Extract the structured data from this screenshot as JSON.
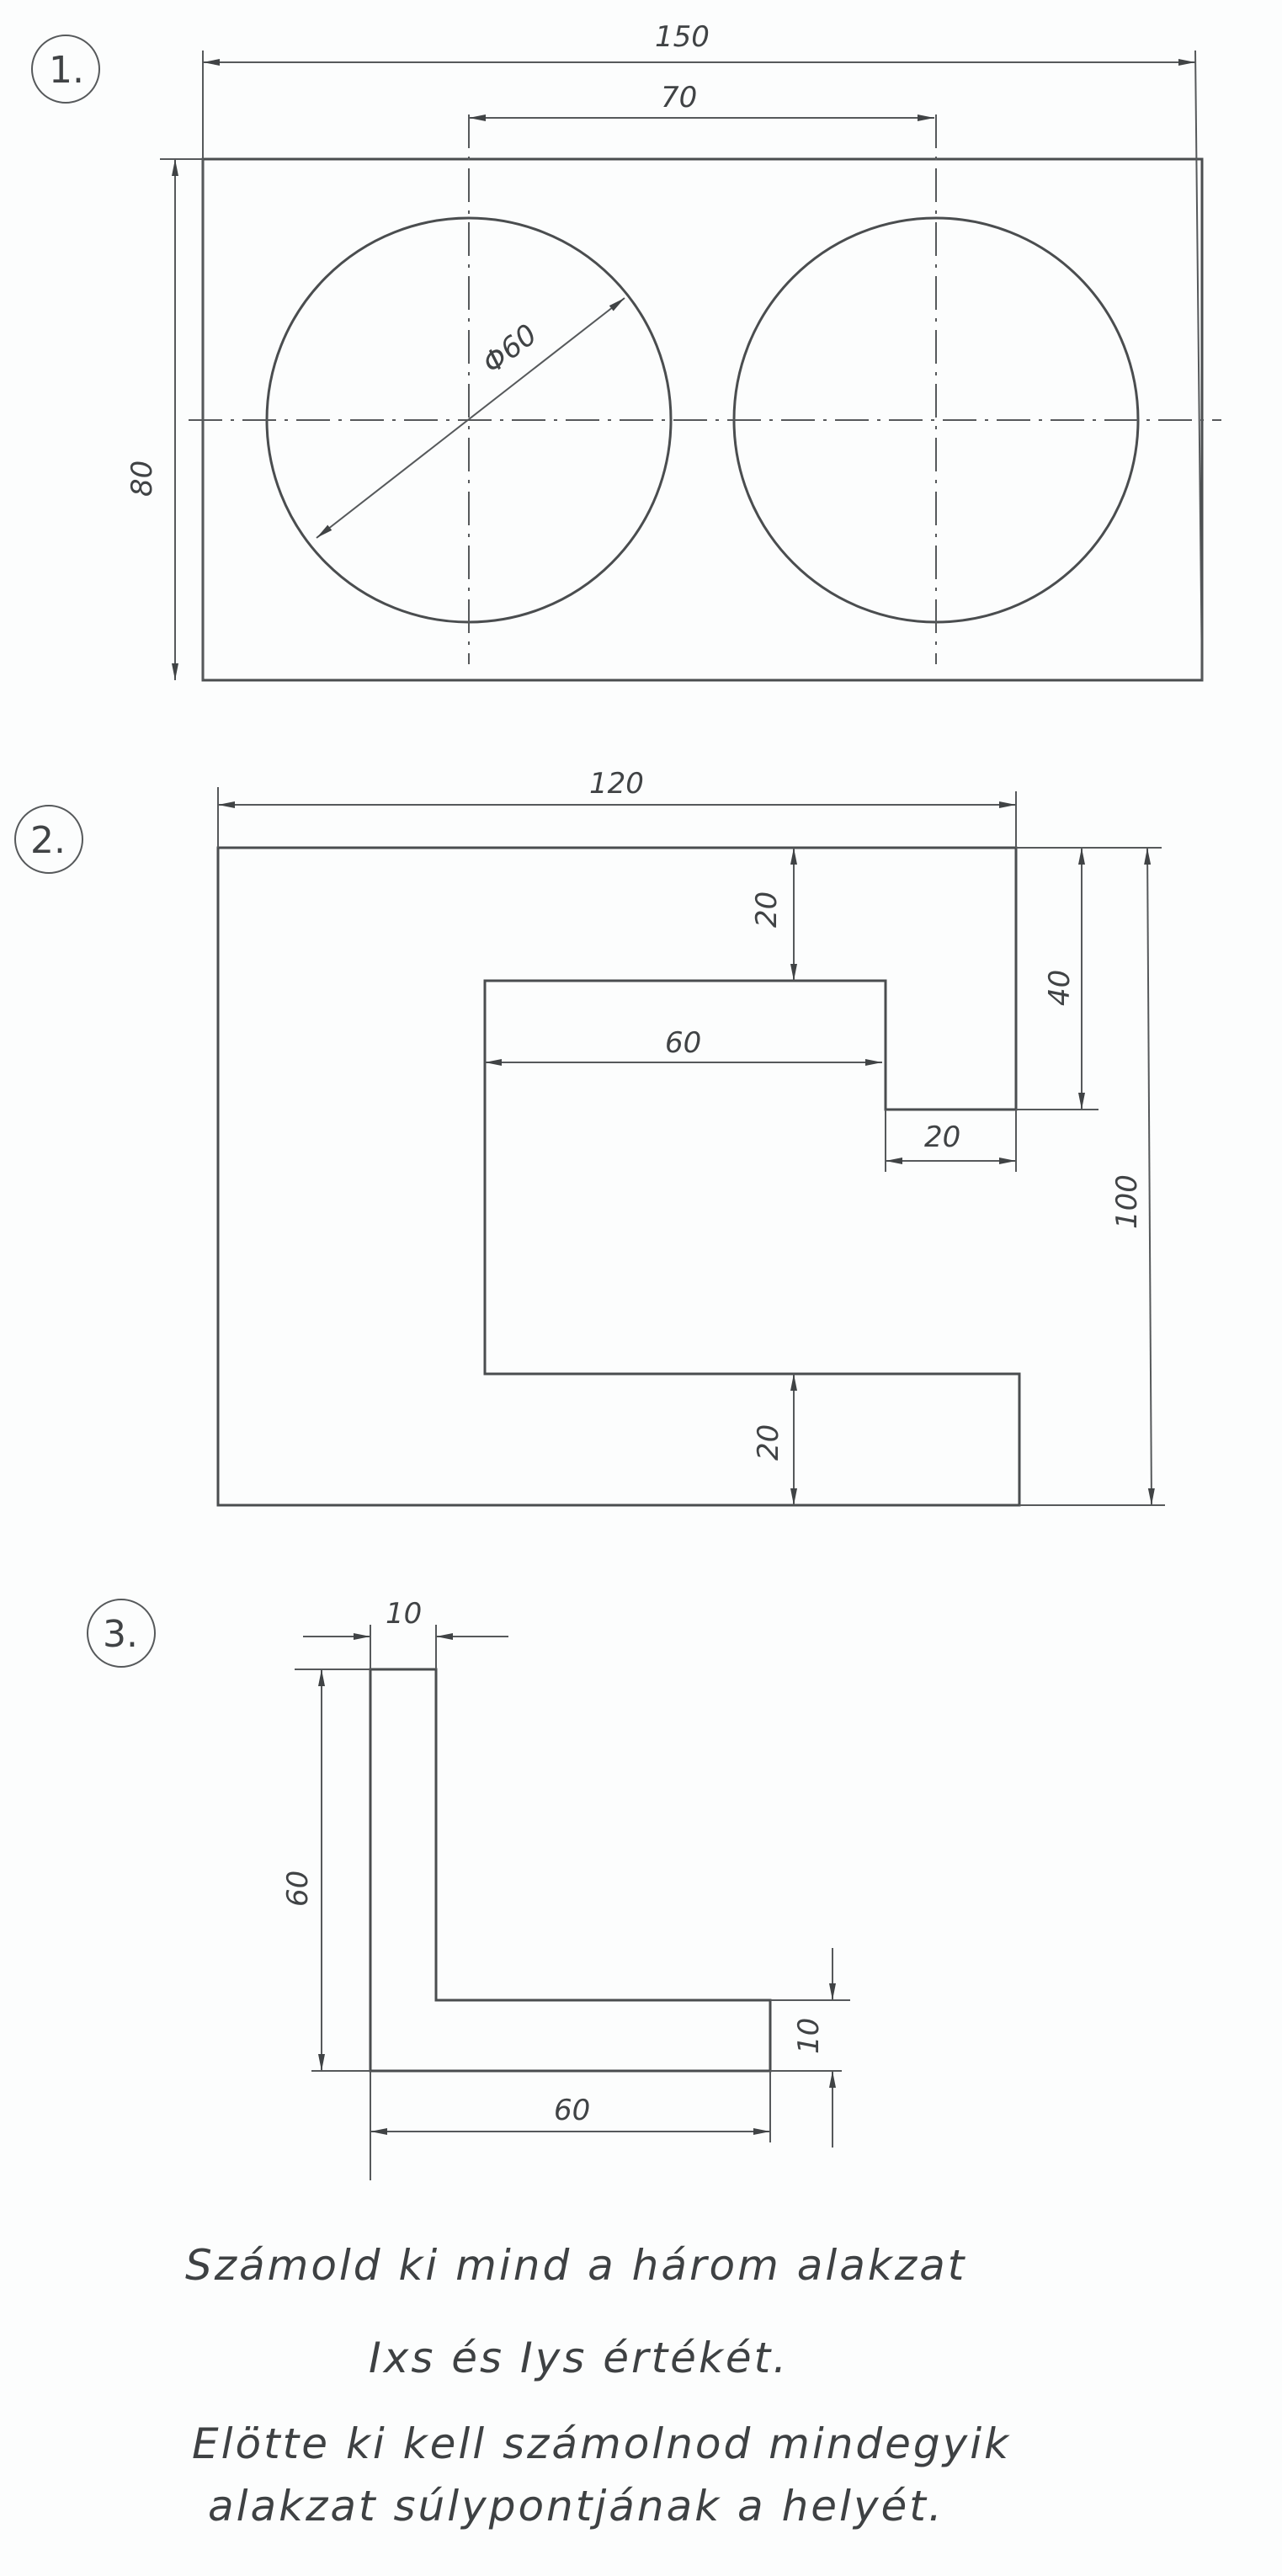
{
  "figures": [
    {
      "label": "1.",
      "dims": {
        "width": "150",
        "spacing": "70",
        "height": "80",
        "diameter": "Φ60"
      }
    },
    {
      "label": "2.",
      "dims": {
        "width": "120",
        "top": "20",
        "right_notch_h": "40",
        "height": "100",
        "inner_w": "60",
        "notch_w": "20",
        "bottom": "20"
      }
    },
    {
      "label": "3.",
      "dims": {
        "top_w": "10",
        "height": "60",
        "right_h": "10",
        "bottom_w": "60"
      }
    }
  ],
  "instructions": [
    "Számold ki mind a három alakzat",
    "Ixs és Iys értékét.",
    "Elötte ki kell számolnod mindegyik",
    "alakzat súlypontjának a helyét."
  ]
}
